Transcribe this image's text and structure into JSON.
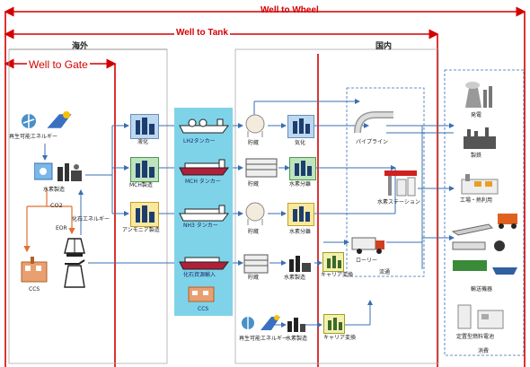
{
  "headers": {
    "well_to_wheel": "Well to Wheel",
    "well_to_tank": "Well to Tank",
    "well_to_gate": "Well to Gate",
    "overseas": "海外",
    "domestic": "国内"
  },
  "overseas": {
    "renewable": "再生可能エネルギー",
    "h2_production": "水素製造",
    "co2": "CO2",
    "eor": "EOR",
    "fossil": "化石エネルギー",
    "ccs": "CCS",
    "liquefaction": "液化",
    "mch_production": "MCH製造",
    "ammonia_production": "アンモニア製造"
  },
  "ships": {
    "lh2": "LH2タンカー",
    "mch": "MCH タンカー",
    "nh3": "NH3 タンカー",
    "fossil_import": "化石資源輸入",
    "ccs": "CCS"
  },
  "domestic": {
    "storage": "貯蔵",
    "gasification": "気化",
    "h2_separation": "水素分離",
    "carrier_conversion": "キャリア変換",
    "pipeline": "パイプライン",
    "h2_station": "水素ステーション",
    "lorry": "ローリー",
    "distribution": "流通",
    "renewable": "再生可能エネルギー",
    "h2_production": "水素製造"
  },
  "consumption": {
    "power": "発電",
    "steel": "製鉄",
    "factory": "工場・熱利用",
    "transport": "輸送機器",
    "stationary_fc": "定置型燃料電池",
    "title": "消費"
  }
}
